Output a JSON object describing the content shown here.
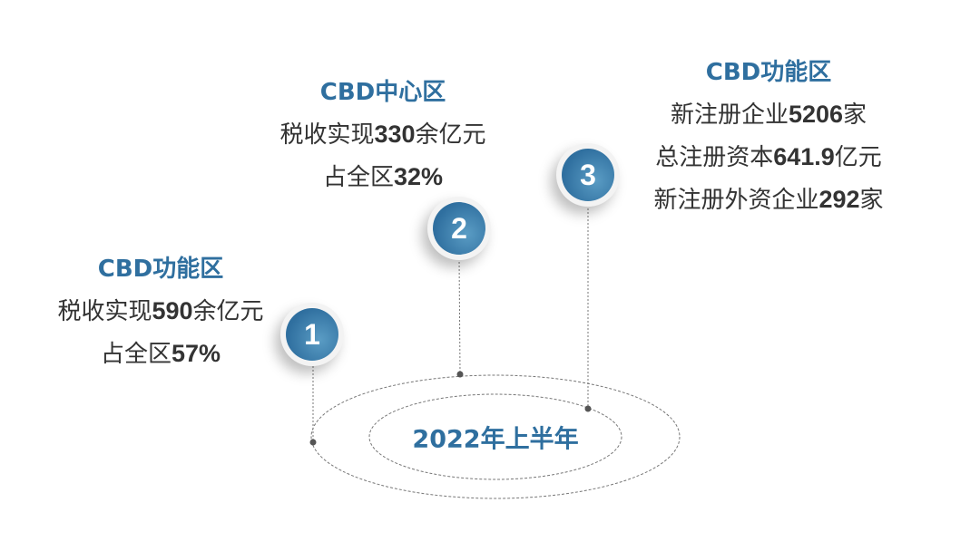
{
  "blocks": [
    {
      "number": "1",
      "title": "CBD功能区",
      "lines": [
        [
          {
            "t": "税收实现"
          },
          {
            "t": "590",
            "b": true
          },
          {
            "t": "余亿元"
          }
        ],
        [
          {
            "t": "占全区"
          },
          {
            "t": "57%",
            "b": true
          }
        ]
      ]
    },
    {
      "number": "2",
      "title": "CBD中心区",
      "lines": [
        [
          {
            "t": "税收实现"
          },
          {
            "t": "330",
            "b": true
          },
          {
            "t": "余亿元"
          }
        ],
        [
          {
            "t": "占全区"
          },
          {
            "t": "32%",
            "b": true
          }
        ]
      ]
    },
    {
      "number": "3",
      "title": "CBD功能区",
      "lines": [
        [
          {
            "t": "新注册企业"
          },
          {
            "t": "5206",
            "b": true
          },
          {
            "t": "家"
          }
        ],
        [
          {
            "t": "总注册资本"
          },
          {
            "t": "641.9",
            "b": true
          },
          {
            "t": "亿元"
          }
        ],
        [
          {
            "t": "新注册外资企业"
          },
          {
            "t": "292",
            "b": true
          },
          {
            "t": "家"
          }
        ]
      ]
    }
  ],
  "center_label": "2022年上半年",
  "colors": {
    "accent": "#2f6f9f",
    "text": "#333333"
  }
}
